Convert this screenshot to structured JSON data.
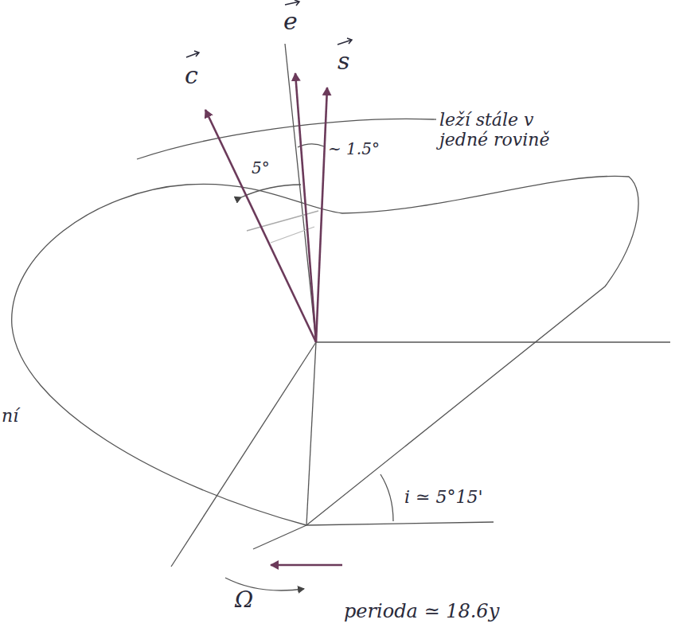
{
  "diagram": {
    "labels": [
      "c",
      "e",
      "s",
      "5°",
      "~ 1.5°",
      "leží stále v jedné rovině",
      "ní",
      "Ω",
      "i ≃ 5°15'",
      "perioda ≃ 18.6y"
    ]
  }
}
